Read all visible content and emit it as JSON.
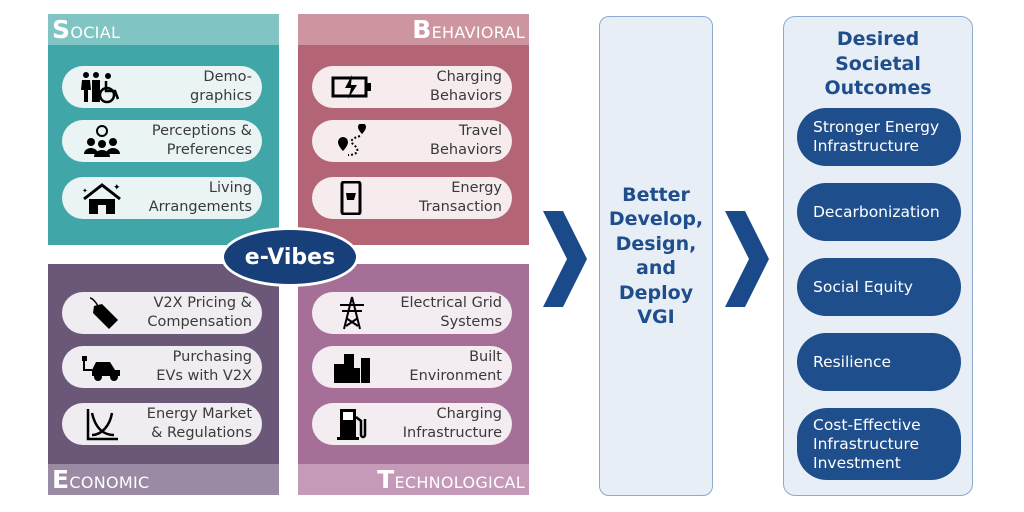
{
  "quadrants": {
    "social": {
      "cap": "S",
      "rest": "ocial",
      "items": [
        "Demo-\ngraphics",
        "Perceptions &\nPreferences",
        "Living\nArrangements"
      ],
      "icons": [
        "people-icon",
        "lightbulb-group-icon",
        "house-icon"
      ],
      "color": "#41a6a8"
    },
    "behavioral": {
      "cap": "B",
      "rest": "ehavioral",
      "items": [
        "Charging\nBehaviors",
        "Travel\nBehaviors",
        "Energy\nTransaction"
      ],
      "icons": [
        "battery-charging-icon",
        "route-icon",
        "phone-cart-icon"
      ],
      "color": "#b36576"
    },
    "economic": {
      "cap": "E",
      "rest": "conomic",
      "items": [
        "V2X Pricing &\nCompensation",
        "Purchasing\nEVs with V2X",
        "Energy Market\n& Regulations"
      ],
      "icons": [
        "price-tag-icon",
        "ev-car-icon",
        "supply-demand-chart-icon"
      ],
      "color": "#6b5878"
    },
    "technological": {
      "cap": "T",
      "rest": "echnological",
      "items": [
        "Electrical Grid\nSystems",
        "Built\nEnvironment",
        "Charging\nInfrastructure"
      ],
      "icons": [
        "power-tower-icon",
        "buildings-icon",
        "fuel-pump-icon"
      ],
      "color": "#a56f98"
    }
  },
  "center_label": "e-Vibes",
  "middle": "Better\nDevelop,\nDesign,\nand\nDeploy\nVGI",
  "outcomes": {
    "title": "Desired\nSocietal\nOutcomes",
    "items": [
      "Stronger Energy\nInfrastructure",
      "Decarbonization",
      "Social Equity",
      "Resilience",
      "Cost-Effective\nInfrastructure\nInvestment"
    ]
  },
  "accent": "#1f4e8c"
}
